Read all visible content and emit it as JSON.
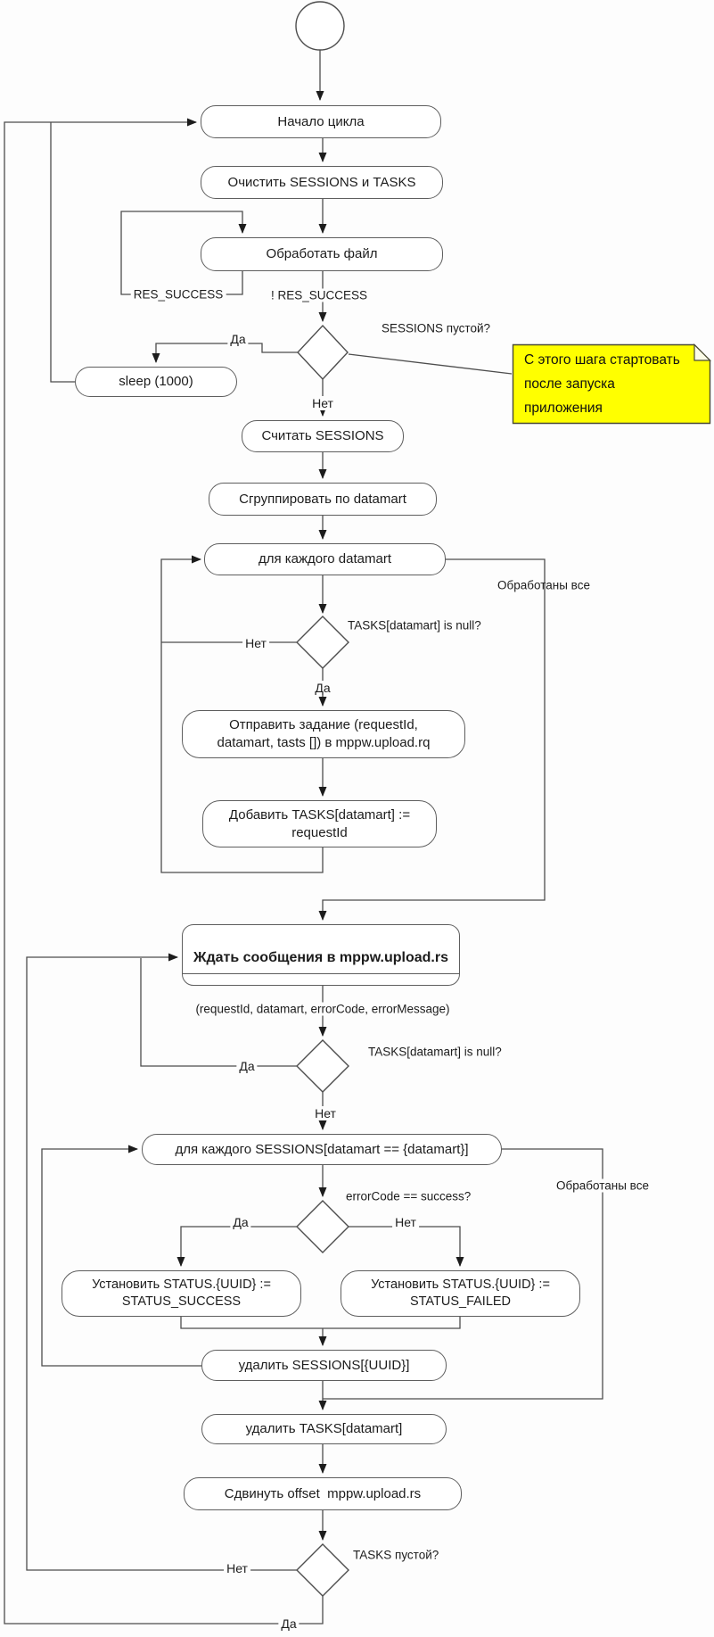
{
  "nodes": {
    "loop_start": "Начало цикла",
    "clear_sessions_tasks": "Очистить SESSIONS и TASKS",
    "process_file": "Обработать файл",
    "sleep": "sleep (1000)",
    "read_sessions": "Считать SESSIONS",
    "group_by_datamart": "Сгруппировать по datamart",
    "for_each_datamart": "для каждого datamart",
    "send_task": "Отправить задание (requestId,\ndatamart, tasts []) в mppw.upload.rq",
    "add_task": "Добавить TASKS[datamart] :=\nrequestId",
    "wait_message": "Ждать сообщения в mppw.upload.rs",
    "for_each_sessions": "для каждого SESSIONS[datamart == {datamart}]",
    "set_status_success": "Установить STATUS.{UUID} :=\nSTATUS_SUCCESS",
    "set_status_failed": "Установить STATUS.{UUID} :=\nSTATUS_FAILED",
    "delete_sessions": "удалить SESSIONS[{UUID}]",
    "delete_tasks": "удалить TASKS[datamart]",
    "shift_offset": "Сдвинуть offset  mppw.upload.rs"
  },
  "decisions": {
    "sessions_empty": "SESSIONS пустой?",
    "tasks_datamart_null": "TASKS[datamart] is null?",
    "error_code_success": "errorCode == success?",
    "tasks_empty": "TASKS пустой?"
  },
  "edge_labels": {
    "yes": "Да",
    "no": "Нет",
    "res_success": "RES_SUCCESS",
    "not_res_success": "! RES_SUCCESS",
    "processed_all": "Обработаны все",
    "message_params": "(requestId, datamart, errorCode, errorMessage)"
  },
  "note": {
    "text": "С этого шага стартовать\nпосле запуска\nприложения"
  },
  "colors": {
    "note_fill": "#ffff00",
    "note_fold": "#fcfce8",
    "wire": "#4d4d4d",
    "ink": "#1c1c1c",
    "node_border": "#5e5e5e"
  }
}
